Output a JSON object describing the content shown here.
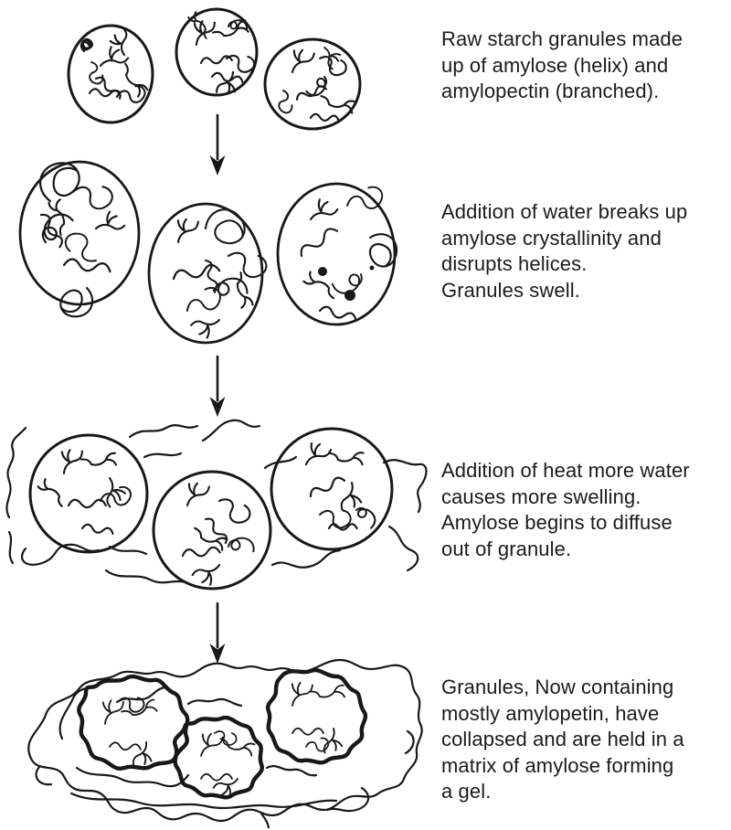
{
  "page": {
    "background_color": "#ffffff",
    "ink_color": "#181818"
  },
  "stages": [
    {
      "name": "raw-starch-granules",
      "figure_alt": "three small circular granules filled with branched and coiled squiggles",
      "caption_lines": [
        "Raw starch granules made",
        "up of amylose (helix) and",
        "amylopectin (branched)."
      ]
    },
    {
      "name": "swollen-granules",
      "figure_alt": "three larger oval granules with loosened meandering coils and branches",
      "caption_lines": [
        "Addition of water breaks up",
        "amylose crystallinity and",
        "disrupts helices.",
        "Granules swell."
      ]
    },
    {
      "name": "amylose-diffusing",
      "figure_alt": "three swollen circular granules with amylose strands diffusing outside them",
      "caption_lines": [
        "Addition of heat more water",
        "causes more swelling.",
        "Amylose begins to diffuse",
        "out of granule."
      ]
    },
    {
      "name": "collapsed-granules-gel",
      "figure_alt": "three collapsed thick-walled granules embedded in a wavy amylose gel matrix",
      "caption_lines": [
        "Granules, Now containing",
        "mostly amylopetin, have",
        "collapsed and are held in a",
        "matrix of amylose forming",
        "a gel."
      ]
    }
  ],
  "arrows": [
    {
      "direction": "down"
    },
    {
      "direction": "down"
    },
    {
      "direction": "down"
    }
  ]
}
